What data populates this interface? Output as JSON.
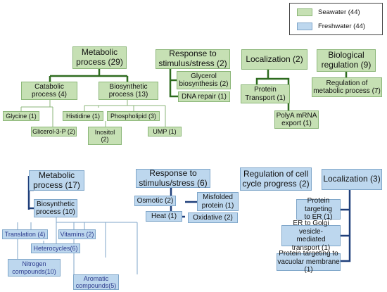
{
  "legend": {
    "seawater": "Seawater (44)",
    "freshwater": "Freshwater (44)"
  },
  "seawater": {
    "metabolic": "Metabolic\nprocess (29)",
    "catabolic": "Catabolic\nprocess (4)",
    "biosynthetic": "Biosynthetic\nprocess (13)",
    "glycine": "Glycine (1)",
    "glycerol3p": "Glicerol-3-P (2)",
    "histidine": "Histidine (1)",
    "phospholipid": "Phospholipid (3)",
    "inositol": "Inositol\n(2)",
    "ump": "UMP (1)",
    "response": "Response to\nstimulus/stress (2)",
    "glycerol_bio": "Glycerol\nbiosynthesis (2)",
    "dna_repair": "DNA repair (1)",
    "localization": "Localization (2)",
    "protein_transport": "Protein\nTransport (1)",
    "polya": "PolyA mRNA\nexport (1)",
    "bio_reg": "Biological\nregulation (9)",
    "reg_metabolic": "Regulation of\nmetabolic process (7)"
  },
  "freshwater": {
    "metabolic": "Metabolic\nprocess (17)",
    "biosynthetic": "Biosynthetic\nprocess (10)",
    "translation": "Translation (4)",
    "vitamins": "Vitamins (2)",
    "heterocycles": "Heterocycles(6)",
    "nitrogen": "Nitrogen\ncompounds(10)",
    "aromatic": "Aromatic\ncompounds(5)",
    "response": "Response to\nstimulus/stress (6)",
    "osmotic": "Osmotic (2)",
    "misfolded": "Misfolded\nprotein (1)",
    "heat": "Heat (1)",
    "oxidative": "Oxidative (2)",
    "cell_cycle": "Regulation of cell\ncycle progress (2)",
    "localization": "Localization (3)",
    "protein_er": "Protein targeting\nto ER (1)",
    "er_golgi": "ER to Golgi vesicle-\nmediated transport (1)",
    "vacuolar": "Protein targeting to\nvacuolar membrane (1)"
  },
  "colors": {
    "seawater_fill": "#c6e0b4",
    "freshwater_fill": "#bdd7ee",
    "seawater_line": "#2e6b1f",
    "freshwater_line": "#1f3f7a"
  }
}
